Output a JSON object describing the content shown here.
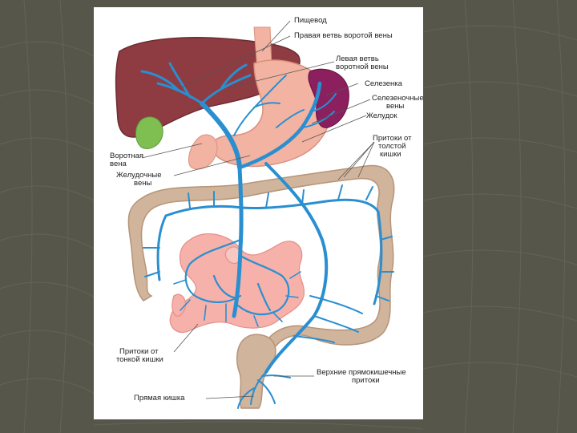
{
  "labels": {
    "esophagus": "Пищевод",
    "right_branch": "Правая ветвь воротой вены",
    "left_branch_1": "Левая ветвь",
    "left_branch_2": "воротной вены",
    "spleen": "Селезенка",
    "splenic_veins_1": "Селезеночные",
    "splenic_veins_2": "вены",
    "stomach": "Желудок",
    "colon_trib_1": "Притоки от",
    "colon_trib_2": "толстой",
    "colon_trib_3": "кишки",
    "portal_vein_1": "Воротная",
    "portal_vein_2": "вена",
    "gastric_veins_1": "Желудочные",
    "gastric_veins_2": "вены",
    "small_int_trib_1": "Притоки от",
    "small_int_trib_2": "тонкой кишки",
    "sup_rectal_1": "Верхние прямокишечные",
    "sup_rectal_2": "притоки",
    "rectum": "Прямая кишка"
  },
  "colors": {
    "slide_background": "#56564a",
    "liver": "#8e3b42",
    "gallbladder": "#7fbf52",
    "spleen": "#8c1f5d",
    "stomach": "#f2b3a2",
    "colon": "#d1b49c",
    "small_intestine": "#f6b1aa",
    "veins": "#2a8fd0"
  }
}
